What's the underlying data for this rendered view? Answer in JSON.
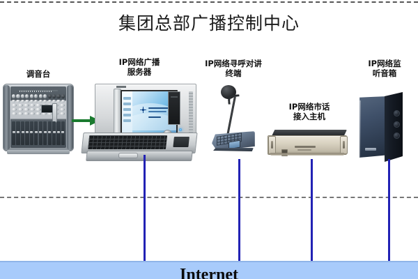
{
  "diagram": {
    "title": "集团总部广播控制中心",
    "network_label": "Internet",
    "accent_line_color": "#2222b4",
    "arrow_color": "#1a7a2e",
    "internet_band_color": "#a8cbfb",
    "boundary_style": "dashed"
  },
  "devices": [
    {
      "id": "mixer",
      "label": "调音台",
      "label_lines": [
        "调音台"
      ]
    },
    {
      "id": "server",
      "label": "IP网络广播服务器",
      "label_lines": [
        "IP网络广播",
        "服务器"
      ]
    },
    {
      "id": "paging",
      "label": "IP网络寻呼对讲终端",
      "label_lines": [
        "IP网络寻呼对讲",
        "终端"
      ]
    },
    {
      "id": "gateway",
      "label": "IP网络市话接入主机",
      "label_lines": [
        "IP网络市话",
        "接入主机"
      ]
    },
    {
      "id": "speaker",
      "label": "IP网络监听音箱",
      "label_lines": [
        "IP网络监",
        "听音箱"
      ]
    }
  ],
  "captions": {
    "mixer": "调音台",
    "server_l1": "IP网络广播",
    "server_l2": "服务器",
    "paging_l1": "IP网络寻呼对讲",
    "paging_l2": "终端",
    "gateway_l1": "IP网络市话",
    "gateway_l2": "接入主机",
    "speaker_l1": "IP网络监",
    "speaker_l2": "听音箱"
  }
}
